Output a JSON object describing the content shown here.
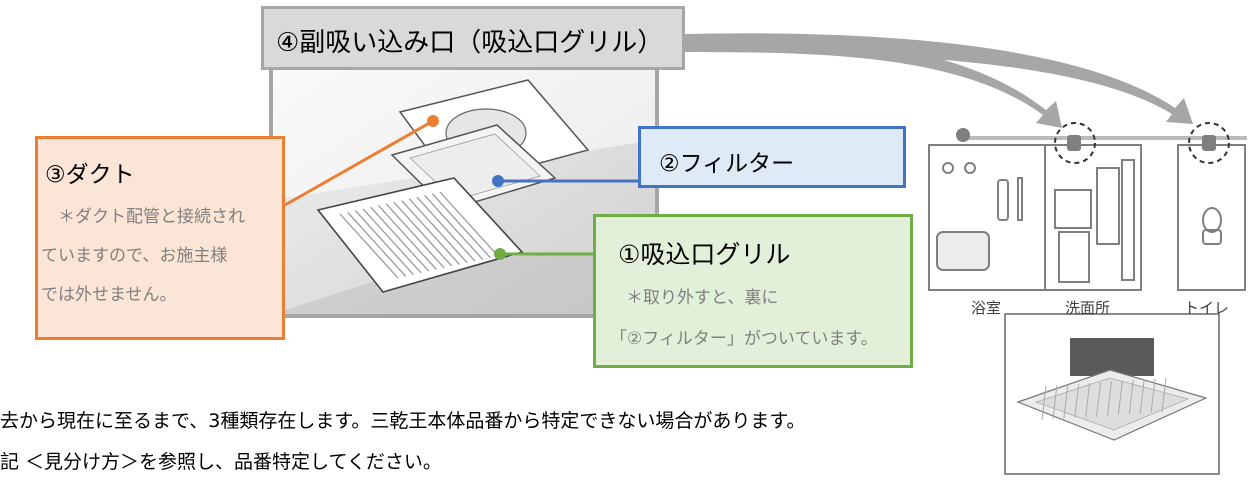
{
  "labels": {
    "aux_intake": "④副吸い込み口（吸込口グリル）",
    "duct": {
      "title": "③ダクト",
      "note_lines": [
        "＊ダクト配管と接続され",
        "ていますので、お施主様",
        "では外せません。"
      ]
    },
    "filter": {
      "title": "②フィルター"
    },
    "grille": {
      "title": "①吸込口グリル",
      "note_lines": [
        "＊取り外すと、裏に",
        "「②フィルター」がついています。"
      ]
    }
  },
  "rooms": [
    "浴室",
    "洗面所",
    "トイレ"
  ],
  "body_text": [
    "去から現在に至るまで、3種類存在します。三乾王本体品番から特定できない場合があります。",
    "記 ＜見分け方＞を参照し、品番特定してください。"
  ],
  "colors": {
    "duct": "#ed7d31",
    "filter": "#4472c4",
    "grille": "#70ad47",
    "aux": "#a6a6a6"
  }
}
